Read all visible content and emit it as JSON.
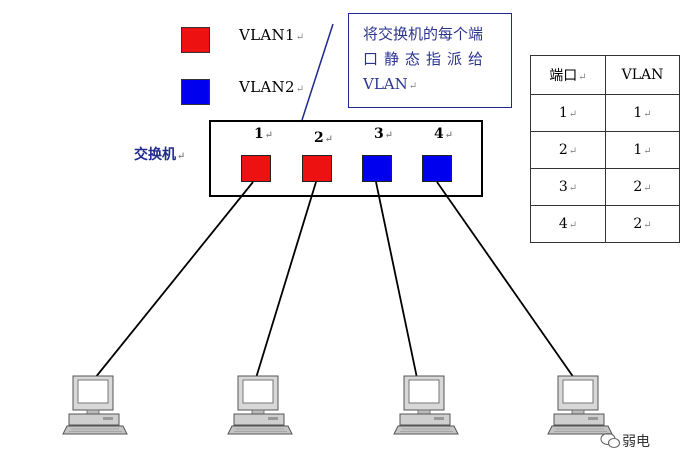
{
  "legend": [
    {
      "label": "VLAN1",
      "color": "#ee1111"
    },
    {
      "label": "VLAN2",
      "color": "#0000ee"
    }
  ],
  "callout": {
    "line1": "将交换机的每个端",
    "line2": "口静态指派给",
    "line3": "VLAN"
  },
  "switch": {
    "label": "交换机",
    "ports": [
      {
        "num": "1",
        "vlan": 1
      },
      {
        "num": "2",
        "vlan": 1
      },
      {
        "num": "3",
        "vlan": 2
      },
      {
        "num": "4",
        "vlan": 2
      }
    ]
  },
  "table": {
    "headers": [
      "端口",
      "VLAN"
    ],
    "rows": [
      [
        "1",
        "1"
      ],
      [
        "2",
        "1"
      ],
      [
        "3",
        "2"
      ],
      [
        "4",
        "2"
      ]
    ]
  },
  "watermark": "弱电",
  "computer_icon": "desktop-computer-icon"
}
